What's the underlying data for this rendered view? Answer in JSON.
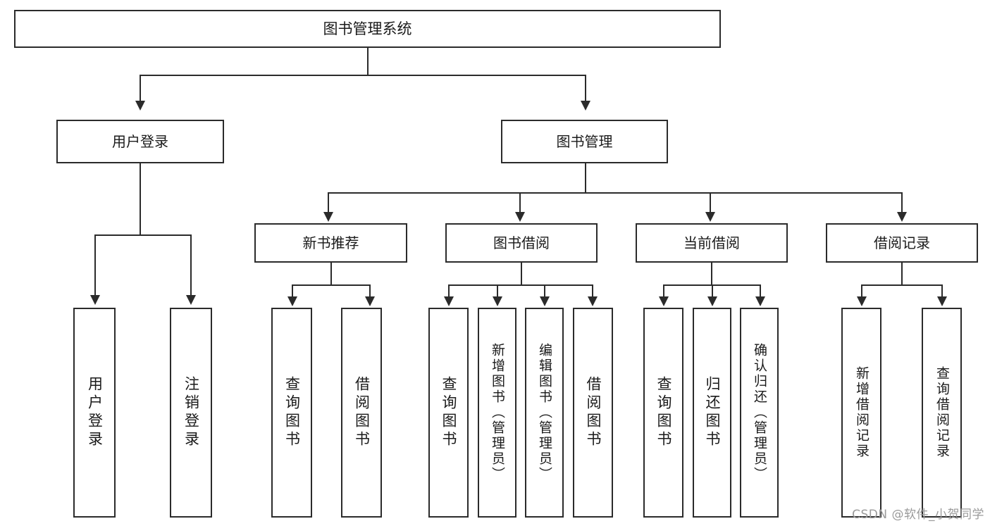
{
  "diagram": {
    "title": "图书管理系统",
    "colors": {
      "box_border": "#2b2b2b",
      "box_fill": "#ffffff",
      "connector": "#2b2b2b",
      "text": "#1a1a1a",
      "watermark": "#9a9a9a",
      "background": "#ffffff"
    },
    "root": {
      "label": "图书管理系统"
    },
    "level2": [
      {
        "label": "用户登录"
      },
      {
        "label": "图书管理"
      }
    ],
    "level3": [
      {
        "label": "新书推荐"
      },
      {
        "label": "图书借阅"
      },
      {
        "label": "当前借阅"
      },
      {
        "label": "借阅记录"
      }
    ],
    "leaves": {
      "user_login": [
        {
          "label": "用户登录"
        },
        {
          "label": "注销登录"
        }
      ],
      "new_book_recommend": [
        {
          "label": "查询图书"
        },
        {
          "label": "借阅图书"
        }
      ],
      "book_borrow": [
        {
          "label": "查询图书"
        },
        {
          "label": "新增图书（管理员）"
        },
        {
          "label": "编辑图书（管理员）"
        },
        {
          "label": "借阅图书"
        }
      ],
      "current_borrow": [
        {
          "label": "查询图书"
        },
        {
          "label": "归还图书"
        },
        {
          "label": "确认归还（管理员）"
        }
      ],
      "borrow_record": [
        {
          "label": "新增借阅记录"
        },
        {
          "label": "查询借阅记录"
        }
      ]
    }
  },
  "watermark": {
    "text": "CSDN @软件_小贺同学"
  }
}
